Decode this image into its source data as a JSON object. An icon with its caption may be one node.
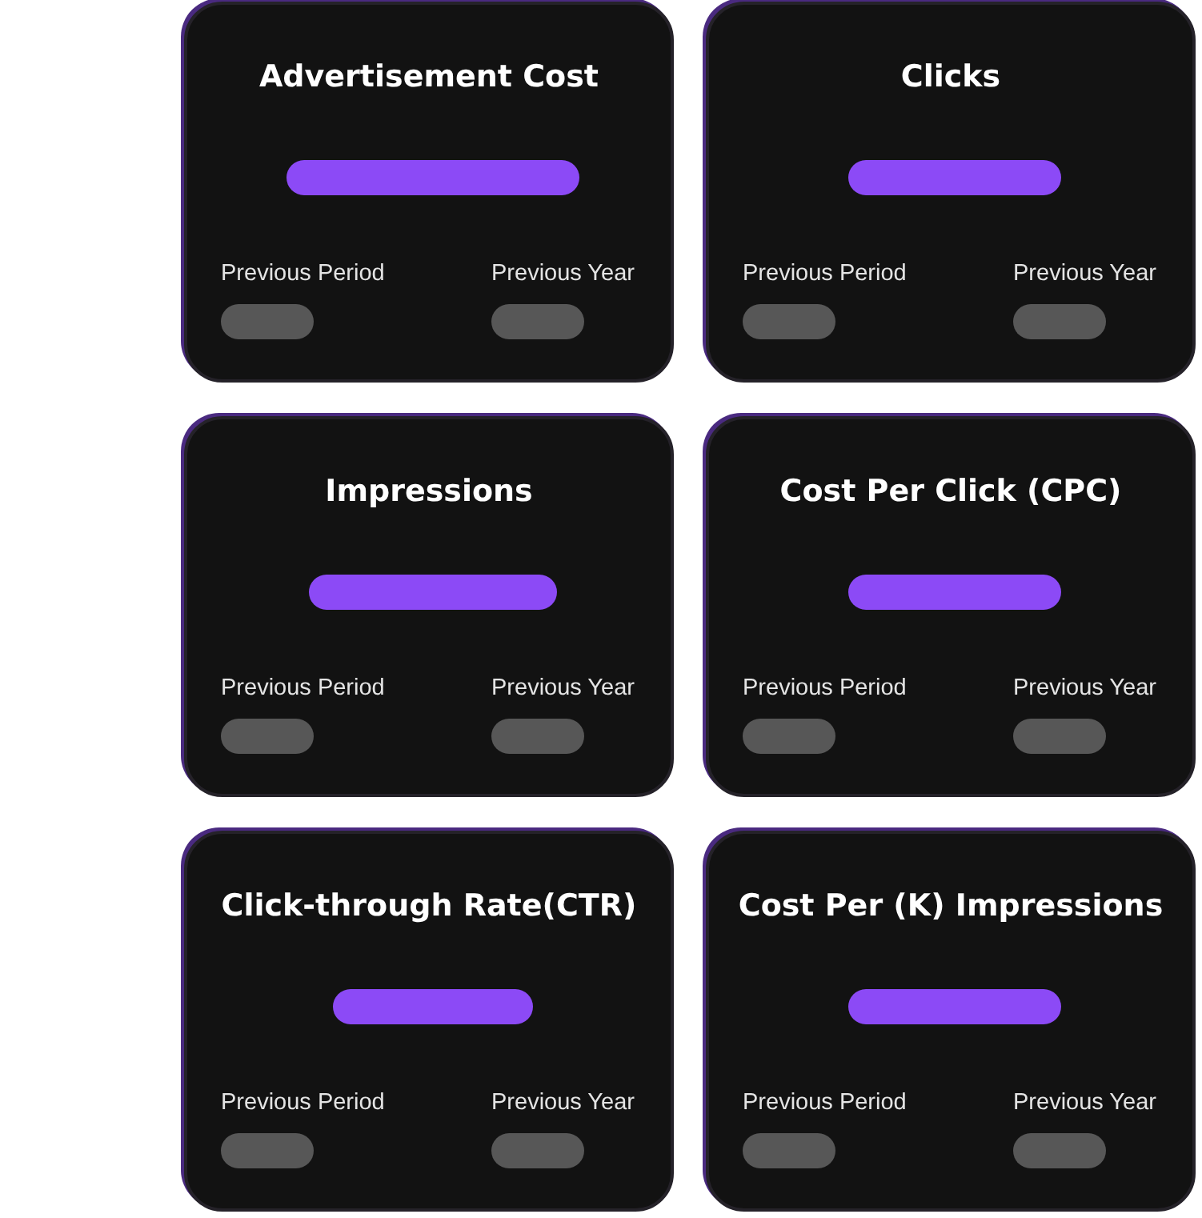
{
  "diagram": {
    "nodes": [
      {
        "text": [
          "Advertisement Cost",
          "Previous Period",
          "Previous Year"
        ]
      },
      {
        "text": [
          "Clicks",
          "Previous Period",
          "Previous Year"
        ]
      },
      {
        "text": [
          "Impressions",
          "Previous Period",
          "Previous Year"
        ]
      },
      {
        "text": [
          "Cost Per Click (CPC)",
          "Previous Period",
          "Previous Year"
        ]
      },
      {
        "text": [
          "Click-through Rate(CTR)",
          "Previous Period",
          "Previous Year"
        ]
      },
      {
        "text": [
          "Cost Per (K) Impressions",
          "Previous Period",
          "Previous Year"
        ]
      }
    ]
  }
}
